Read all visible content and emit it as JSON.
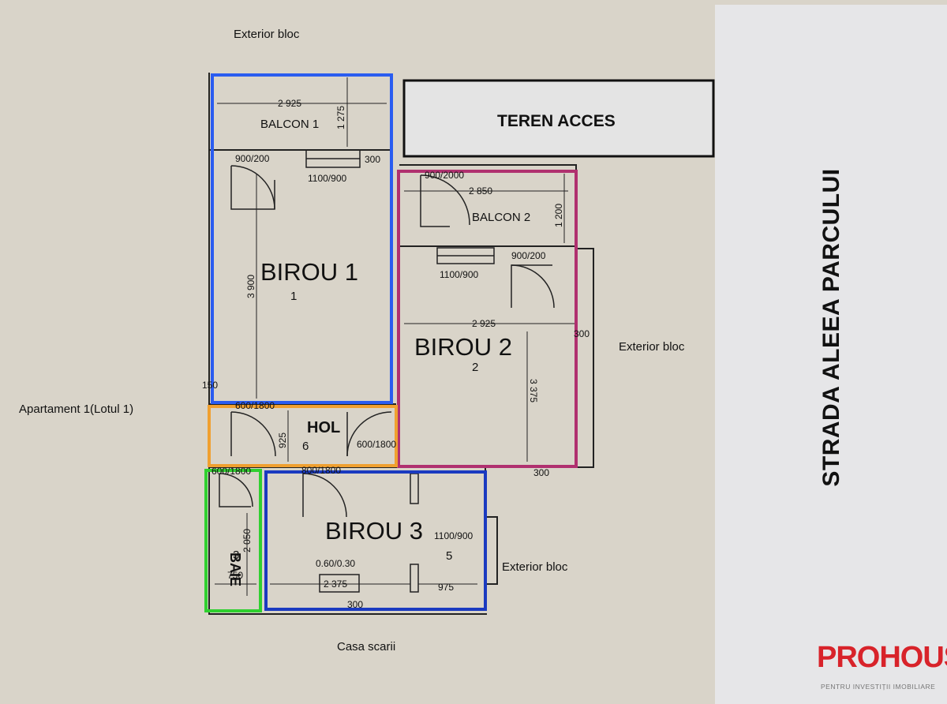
{
  "labels": {
    "exterior_top": "Exterior bloc",
    "exterior_right": "Exterior bloc",
    "exterior_bottom_right": "Exterior bloc",
    "apartment": "Apartament 1(Lotul 1)",
    "stairs": "Casa scarii",
    "access": "TEREN ACCES",
    "street": "STRADA ALEEA PARCULUI"
  },
  "rooms": {
    "birou1": {
      "name": "BIROU 1",
      "number": "1"
    },
    "birou2": {
      "name": "BIROU 2",
      "number": "2"
    },
    "birou3": {
      "name": "BIROU 3",
      "number": "5"
    },
    "hol": {
      "name": "HOL",
      "number": "6"
    },
    "baie": {
      "name": "BAIE",
      "number": "3"
    },
    "balcon1": {
      "name": "BALCON 1"
    },
    "balcon2": {
      "name": "BALCON 2"
    }
  },
  "dimensions": {
    "b1_width": "2 925",
    "b1_balcony_depth": "1 275",
    "b1_door": "900/200",
    "b1_window": "1100/900",
    "b1_wall": "300",
    "b1_height": "3 900",
    "b1_side": "150",
    "b1_bottom_door": "600/1800",
    "b2_balcony_door": "900/2000",
    "b2_balcony_width": "2 850",
    "b2_balcony_depth": "1 200",
    "b2_door": "900/200",
    "b2_window": "1100/900",
    "b2_width": "2 925",
    "b2_height": "3 375",
    "b2_wall_right": "300",
    "b2_wall_bottom": "300",
    "hol_height": "925",
    "hol_door": "600/1800",
    "hol_bottom_door": "800/1800",
    "baie_door": "600/1800",
    "baie_height": "2 050",
    "baie_width": "750",
    "b3_window": "1100/900",
    "b3_col": "0.60/0.30",
    "b3_width": "2 375",
    "b3_right": "975",
    "b3_bottom": "300"
  },
  "colors": {
    "birou1": "#2a5cf0",
    "birou2": "#b0306f",
    "hol": "#f0a030",
    "baie": "#30d030",
    "birou3": "#1a3ac0",
    "wall": "#222222",
    "background": "#d9d4c9",
    "street_bg": "#e6e6e8",
    "logo": "#d8232a"
  },
  "brand": {
    "name": "PROHOUSE",
    "tagline": "PENTRU INVESTIȚII IMOBILIARE"
  }
}
